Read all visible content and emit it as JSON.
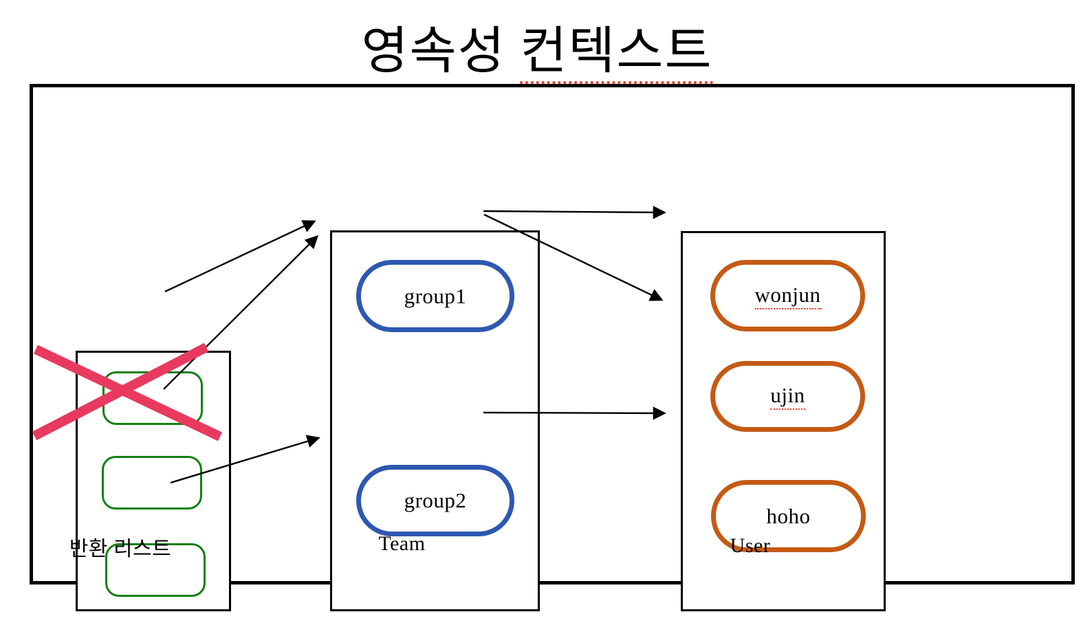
{
  "title": {
    "prefix": "영속성 ",
    "underlined": "컨텍스트",
    "full_text": "영속성 컨텍스트"
  },
  "boxes": {
    "return_list": {
      "label": "반환 리스트",
      "items": [
        {
          "name": "entity-slot-1",
          "crossed_out": false
        },
        {
          "name": "entity-slot-2",
          "crossed_out": true
        },
        {
          "name": "entity-slot-3",
          "crossed_out": false
        }
      ]
    },
    "team": {
      "label": "Team",
      "nodes": [
        {
          "label": "group1"
        },
        {
          "label": "group2"
        }
      ]
    },
    "user": {
      "label": "User",
      "nodes": [
        {
          "label": "wonjun",
          "spellcheck_underline": true
        },
        {
          "label": "ujin",
          "spellcheck_underline": true
        },
        {
          "label": "hoho",
          "spellcheck_underline": false
        }
      ]
    }
  },
  "connections": [
    {
      "from": "entity-slot-1",
      "to": "group1"
    },
    {
      "from": "entity-slot-2",
      "to": "group1"
    },
    {
      "from": "entity-slot-3",
      "to": "group2"
    },
    {
      "from": "group1",
      "to": "wonjun"
    },
    {
      "from": "group1",
      "to": "ujin"
    },
    {
      "from": "group2",
      "to": "hoho"
    }
  ],
  "colors": {
    "team_node_border": "#2e58b0",
    "user_node_border": "#c55a14",
    "entity_slot_border": "#128012",
    "cross_out_mark": "#e83a5e",
    "spellcheck_underline": "#ea3b2c",
    "box_border": "#000000",
    "arrow": "#000000",
    "background": "#ffffff"
  }
}
